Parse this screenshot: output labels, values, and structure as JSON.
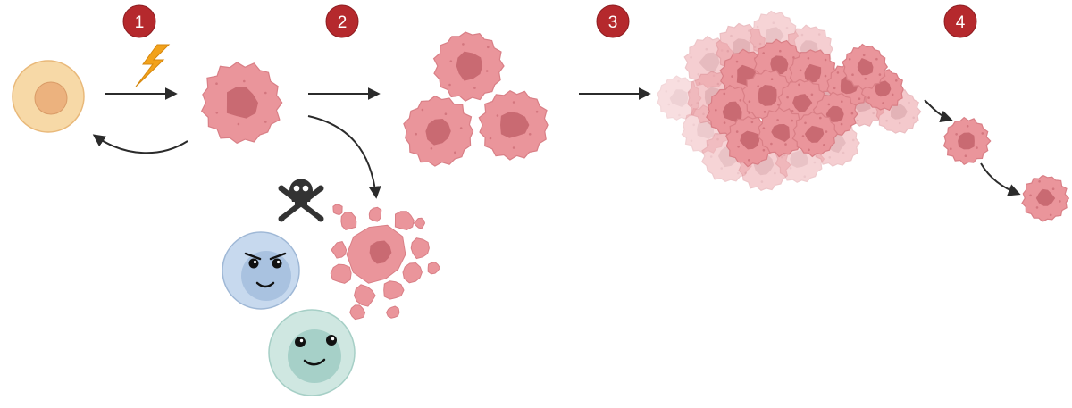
{
  "steps": [
    {
      "label": "1"
    },
    {
      "label": "2"
    },
    {
      "label": "3"
    },
    {
      "label": "4"
    }
  ],
  "colors": {
    "badge": "#b5292d",
    "normal_cell": "#f7d9a7",
    "normal_nucleus": "#ecb27e",
    "cancer_cell": "#ea959b",
    "cancer_nucleus": "#c96a72",
    "cancer_edge": "#d97f86",
    "bolt": "#f2a21b",
    "arrow": "#2b2b2b",
    "immune_angry": "#c7d9ee",
    "immune_angry_inner": "#a9c2e0",
    "immune_happy": "#cfe7e1",
    "immune_happy_inner": "#a6d0c8",
    "skull": "#333333"
  },
  "icons": [
    "lightning-bolt-icon",
    "skull-crossbones-icon",
    "arrow-icon"
  ]
}
